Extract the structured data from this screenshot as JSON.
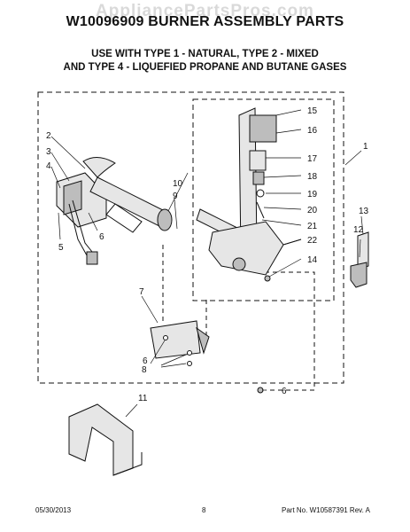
{
  "watermark": "AppliancePartsPros.com",
  "title": "W10096909 BURNER ASSEMBLY PARTS",
  "subtitle_line1": "USE WITH TYPE 1 - NATURAL, TYPE 2 - MIXED",
  "subtitle_line2": "AND TYPE 4 - LIQUEFIED PROPANE AND BUTANE GASES",
  "callouts": {
    "c15": "15",
    "c16": "16",
    "c17": "17",
    "c18": "18",
    "c19": "19",
    "c20": "20",
    "c21": "21",
    "c22": "22",
    "c14": "14",
    "c1": "1",
    "c2": "2",
    "c3": "3",
    "c4": "4",
    "c5": "5",
    "c6a": "6",
    "c6b": "6",
    "c6c": "6",
    "c7": "7",
    "c8": "8",
    "c9": "9",
    "c10": "10",
    "c11": "11",
    "c12": "12",
    "c13": "13"
  },
  "footer": {
    "date": "05/30/2013",
    "page": "8",
    "part": "Part No. W10587391  Rev. A"
  },
  "colors": {
    "ink": "#111111",
    "fill_light": "#e6e6e6",
    "fill_mid": "#bdbdbd"
  }
}
